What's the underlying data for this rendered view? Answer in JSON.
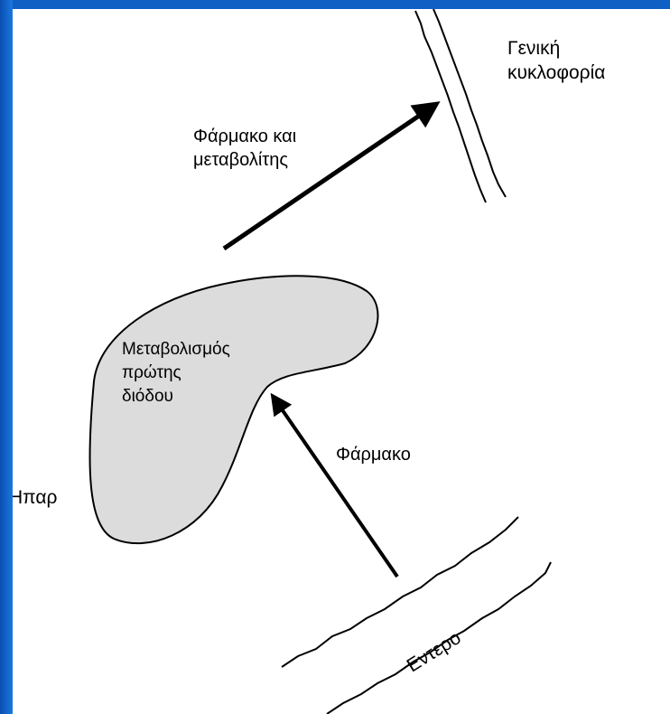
{
  "colors": {
    "frame": "#1565c8",
    "canvas": "#ffffff",
    "liver_fill": "#dcdcdc",
    "ink": "#000000"
  },
  "labels": {
    "general_circulation_line1": "Γενική",
    "general_circulation_line2": "κυκλοφορία",
    "drug_and_metabolite_line1": "Φάρμακο και",
    "drug_and_metabolite_line2": "μεταβολίτης",
    "first_pass_line1": "Μεταβολισμός",
    "first_pass_line2": "πρώτης",
    "first_pass_line3": "διόδου",
    "drug": "Φάρμακο",
    "liver": "Ηπαρ",
    "intestine": "Εντερο"
  }
}
